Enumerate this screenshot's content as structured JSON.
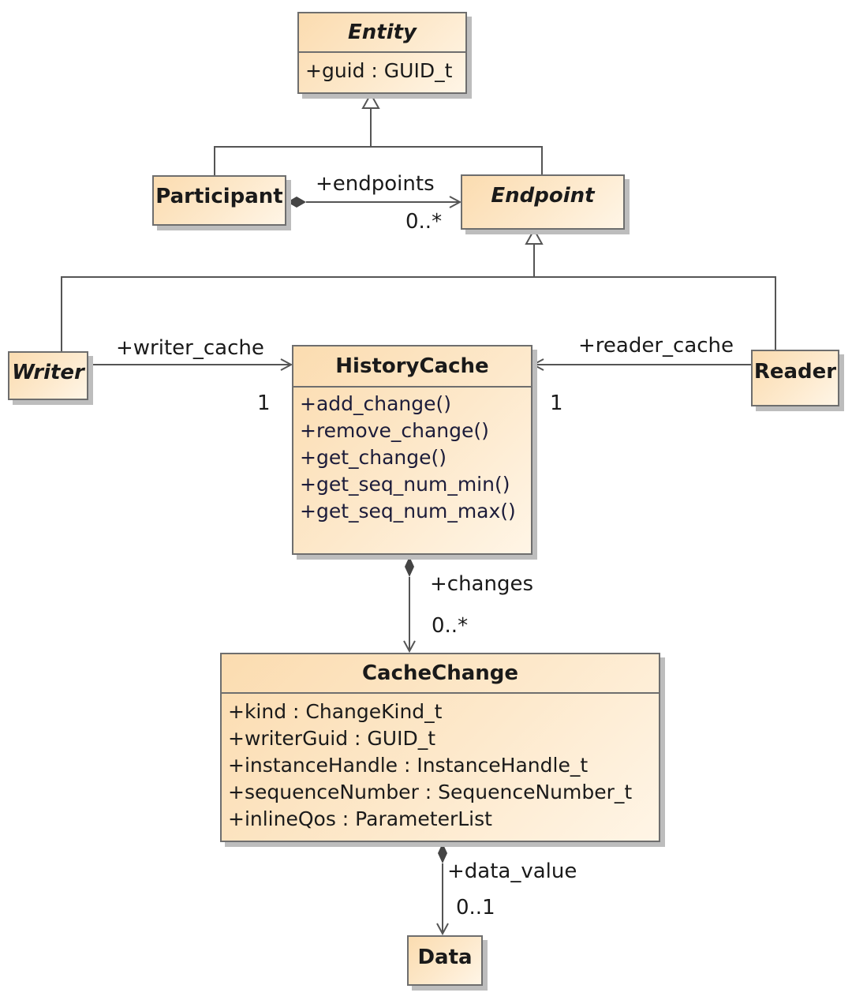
{
  "classes": {
    "entity": {
      "name": "Entity",
      "attributes": [
        "+guid : GUID_t"
      ]
    },
    "participant": {
      "name": "Participant"
    },
    "endpoint": {
      "name": "Endpoint"
    },
    "writer": {
      "name": "Writer"
    },
    "reader": {
      "name": "Reader"
    },
    "history_cache": {
      "name": "HistoryCache",
      "operations": [
        "+add_change()",
        "+remove_change()",
        "+get_change()",
        "+get_seq_num_min()",
        "+get_seq_num_max()"
      ]
    },
    "cache_change": {
      "name": "CacheChange",
      "attributes": [
        "+kind : ChangeKind_t",
        "+writerGuid : GUID_t",
        "+instanceHandle : InstanceHandle_t",
        "+sequenceNumber : SequenceNumber_t",
        "+inlineQos : ParameterList"
      ]
    },
    "data": {
      "name": "Data"
    }
  },
  "associations": {
    "endpoints": {
      "role": "+endpoints",
      "multiplicity": "0..*"
    },
    "writer_cache": {
      "role": "+writer_cache",
      "multiplicity": "1"
    },
    "reader_cache": {
      "role": "+reader_cache",
      "multiplicity": "1"
    },
    "changes": {
      "role": "+changes",
      "multiplicity": "0..*"
    },
    "data_value": {
      "role": "+data_value",
      "multiplicity": "0..1"
    }
  }
}
